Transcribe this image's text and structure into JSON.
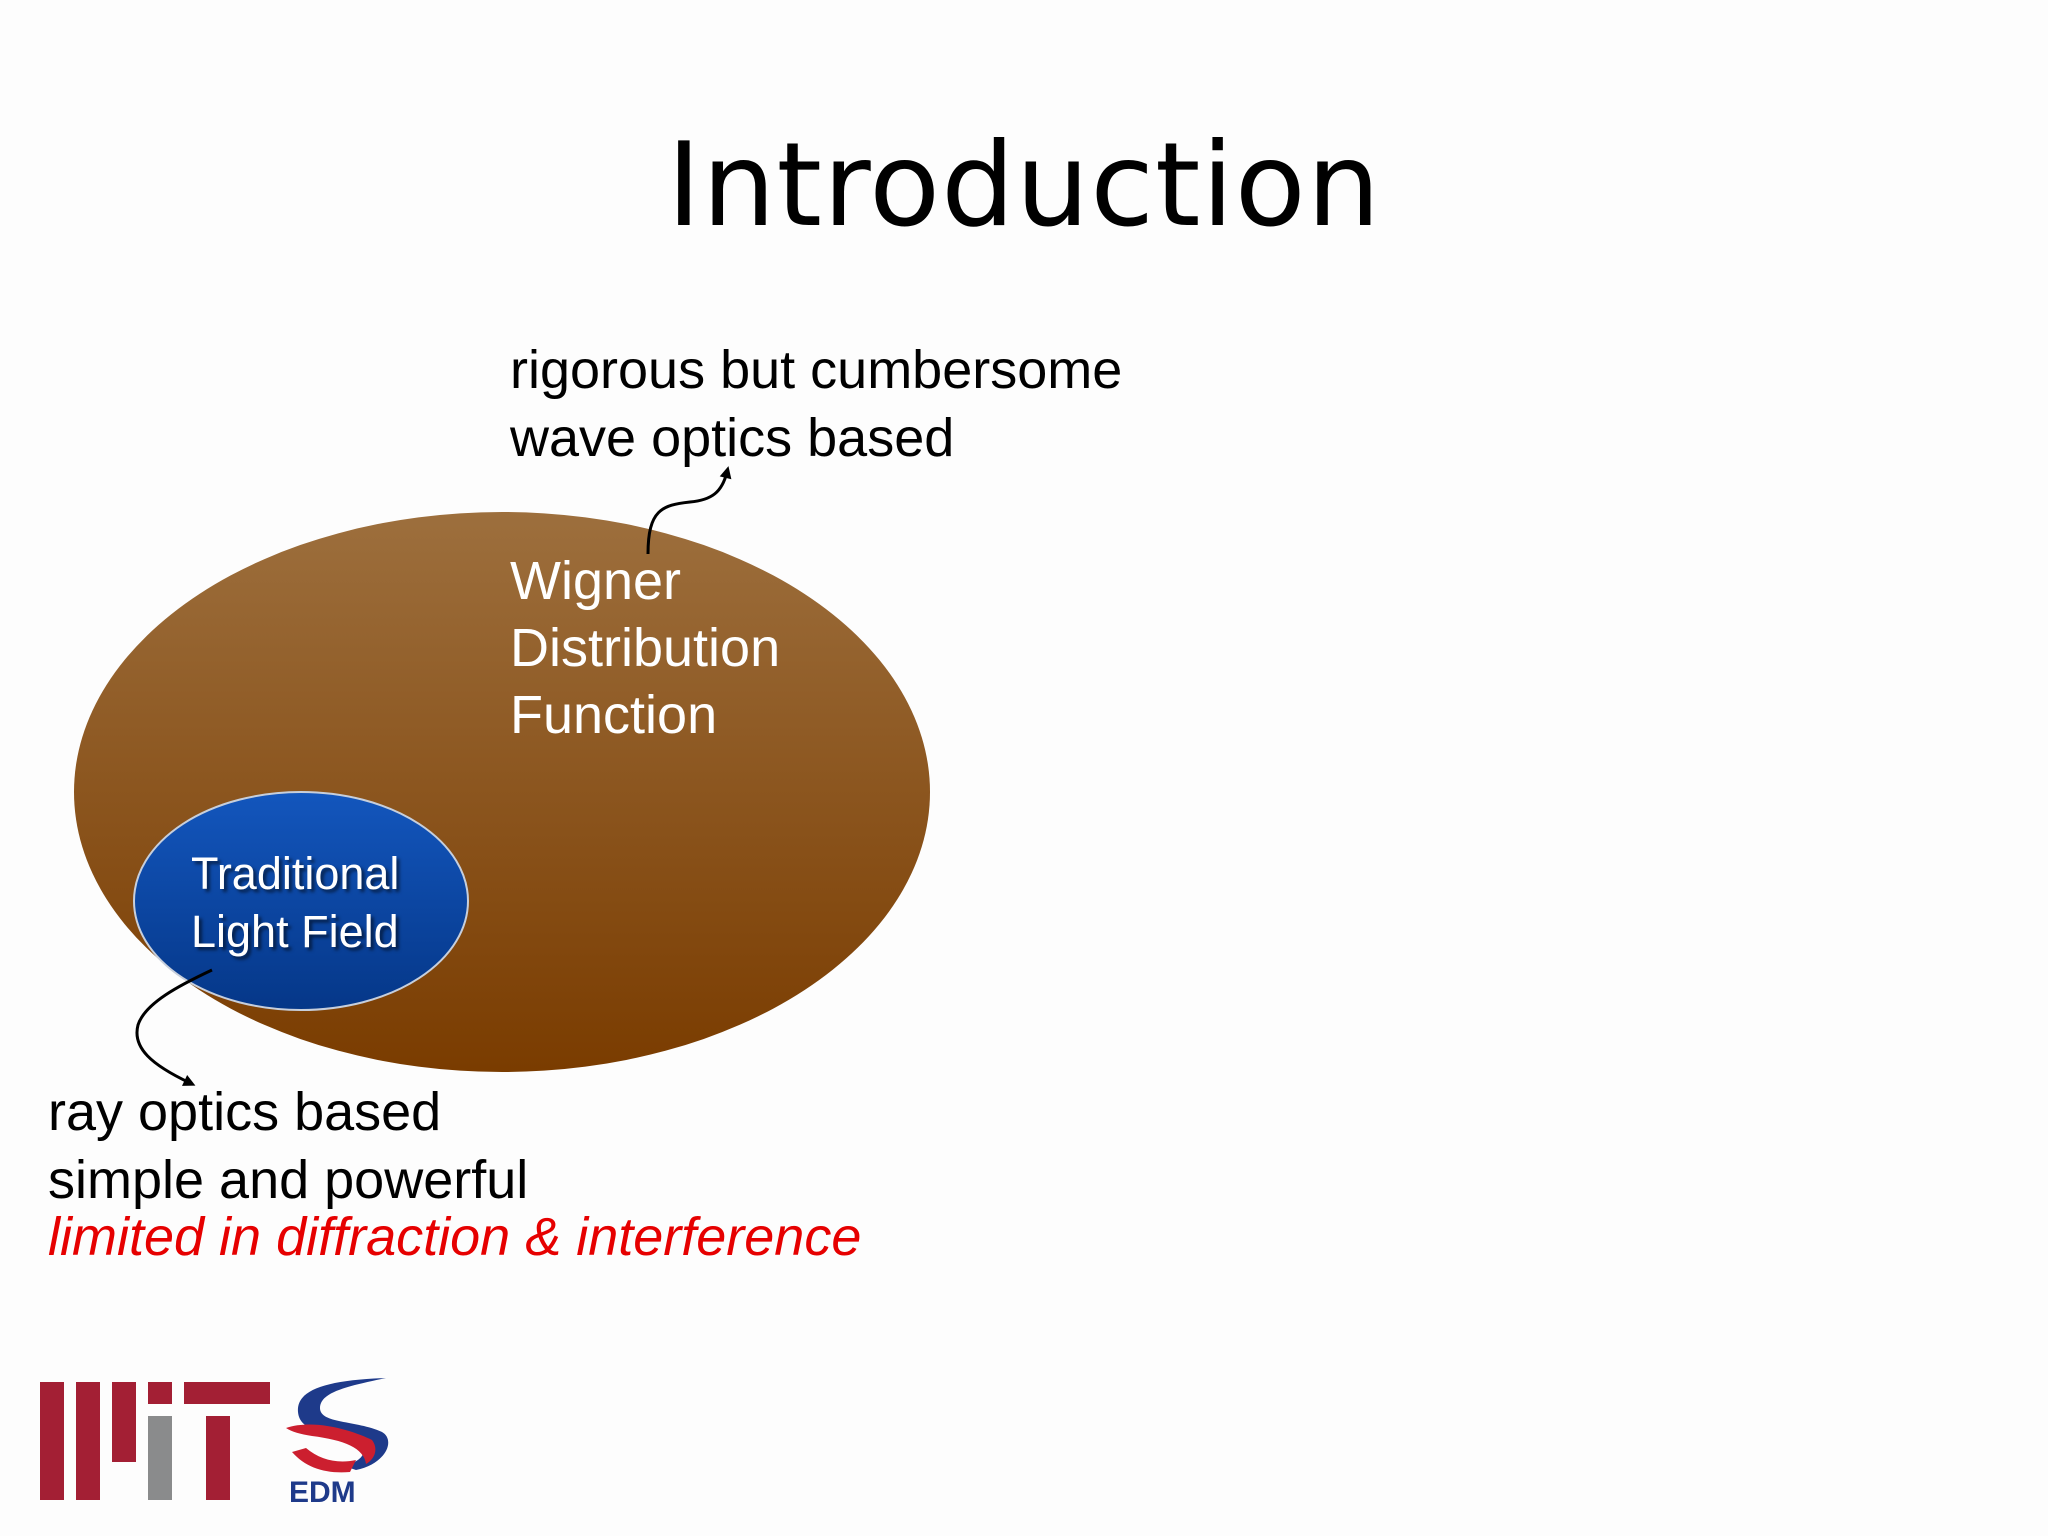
{
  "slide": {
    "title": "Introduction"
  },
  "diagram": {
    "outer_region": {
      "lines": [
        "Wigner",
        "Distribution",
        "Function"
      ]
    },
    "inner_region": {
      "lines": [
        "Traditional",
        "Light Field"
      ]
    },
    "top_annotation": {
      "lines": [
        "rigorous but cumbersome",
        "wave optics based"
      ]
    },
    "bottom_annotation": {
      "lines": [
        "ray optics based",
        "simple and powerful"
      ],
      "highlight": "limited in diffraction & interference"
    }
  },
  "logos": {
    "mit": "MIT",
    "edm": "EDM"
  },
  "colors": {
    "outer_top": "#9d6f3d",
    "outer_bottom": "#7a3c00",
    "inner_top": "#0f4fb5",
    "inner_bottom": "#063a8e",
    "highlight_text": "#e60000",
    "mit_red": "#a31f34",
    "mit_gray": "#8a8b8c",
    "edm_blue": "#1e3a8a"
  }
}
